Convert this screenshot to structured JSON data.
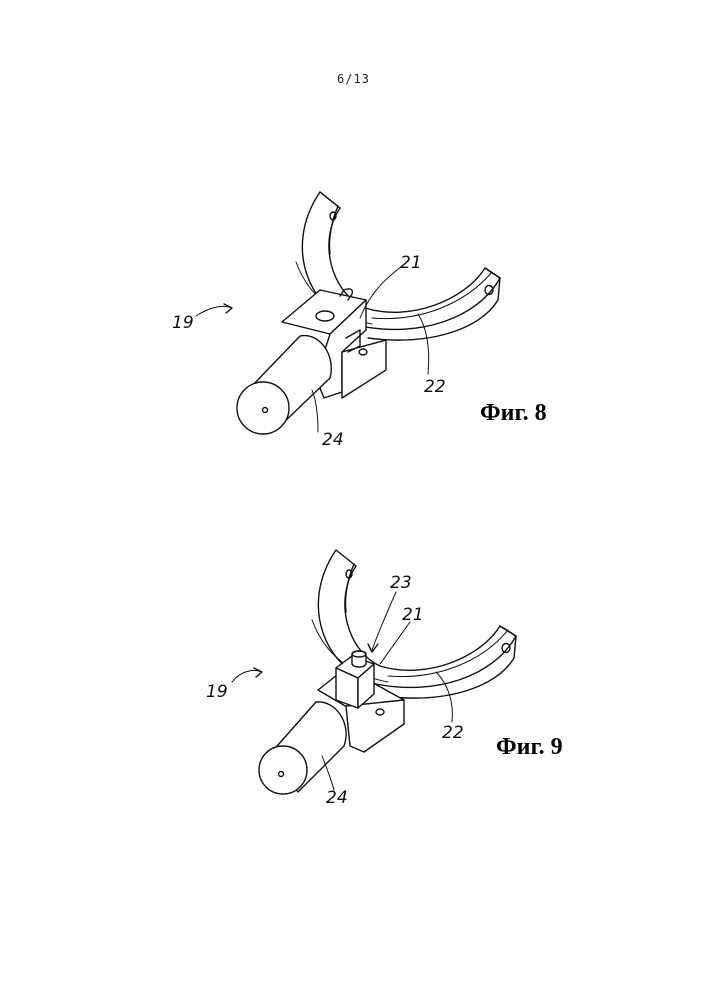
{
  "page_number": "6/13",
  "figures": [
    {
      "caption": "Фиг. 8",
      "refs": {
        "assembly": "19",
        "pin": "21",
        "ring": "22",
        "motor": "24"
      }
    },
    {
      "caption": "Фиг. 9",
      "refs": {
        "assembly": "19",
        "tip": "23",
        "pin": "21",
        "ring": "22",
        "motor": "24"
      }
    }
  ]
}
